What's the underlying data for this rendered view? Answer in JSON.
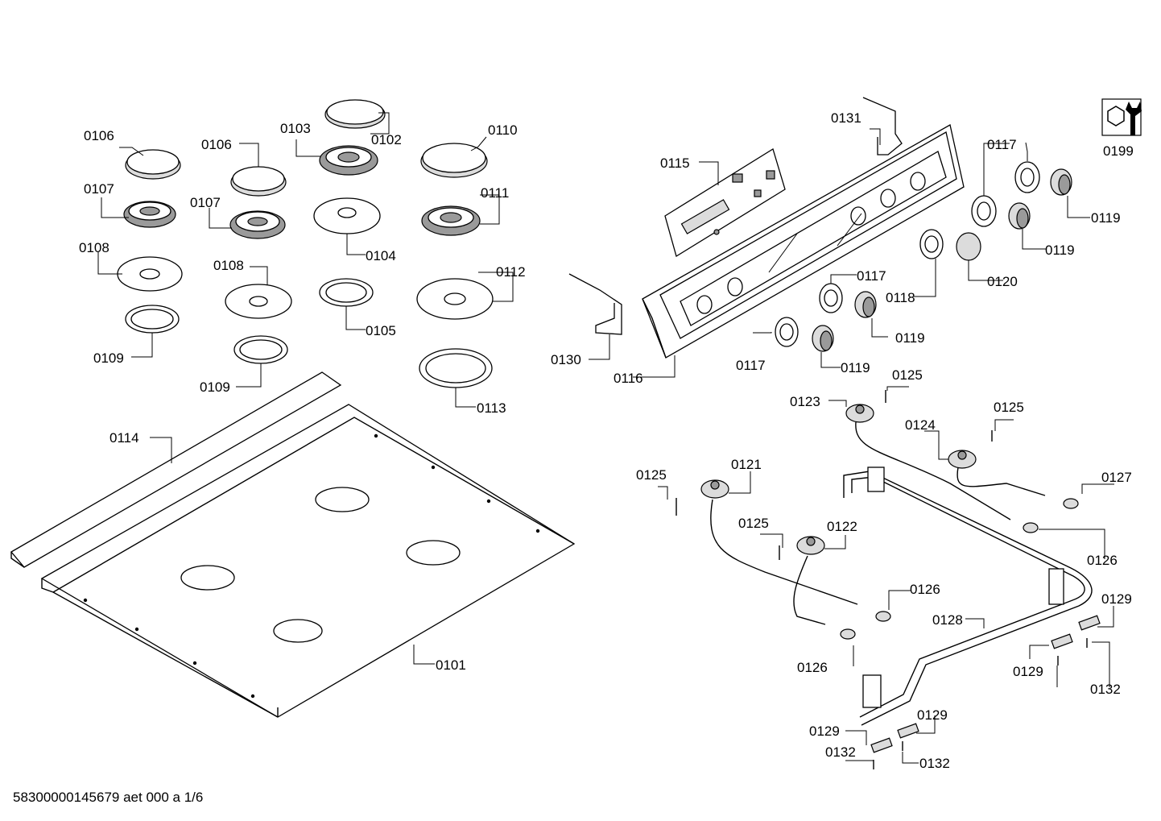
{
  "footer": {
    "document_code": "58300000145679 aet 000 a 1/6"
  },
  "tool_icon": {
    "icon": "wrench-nut-icon",
    "label": "0199"
  },
  "labels": {
    "l0101": "0101",
    "l0102": "0102",
    "l0103": "0103",
    "l0104": "0104",
    "l0105": "0105",
    "l0106a": "0106",
    "l0106b": "0106",
    "l0107a": "0107",
    "l0107b": "0107",
    "l0108a": "0108",
    "l0108b": "0108",
    "l0109a": "0109",
    "l0109b": "0109",
    "l0110": "0110",
    "l0111": "0111",
    "l0112": "0112",
    "l0113": "0113",
    "l0114": "0114",
    "l0115": "0115",
    "l0116": "0116",
    "l0117a": "0117",
    "l0117b": "0117",
    "l0117c": "0117",
    "l0118": "0118",
    "l0119a": "0119",
    "l0119b": "0119",
    "l0119c": "0119",
    "l0119d": "0119",
    "l0120": "0120",
    "l0121": "0121",
    "l0122": "0122",
    "l0123": "0123",
    "l0124": "0124",
    "l0125a": "0125",
    "l0125b": "0125",
    "l0125c": "0125",
    "l0125d": "0125",
    "l0126a": "0126",
    "l0126b": "0126",
    "l0126c": "0126",
    "l0127": "0127",
    "l0128": "0128",
    "l0129a": "0129",
    "l0129b": "0129",
    "l0129c": "0129",
    "l0129d": "0129",
    "l0130": "0130",
    "l0131": "0131",
    "l0132a": "0132",
    "l0132b": "0132",
    "l0132c": "0132"
  }
}
